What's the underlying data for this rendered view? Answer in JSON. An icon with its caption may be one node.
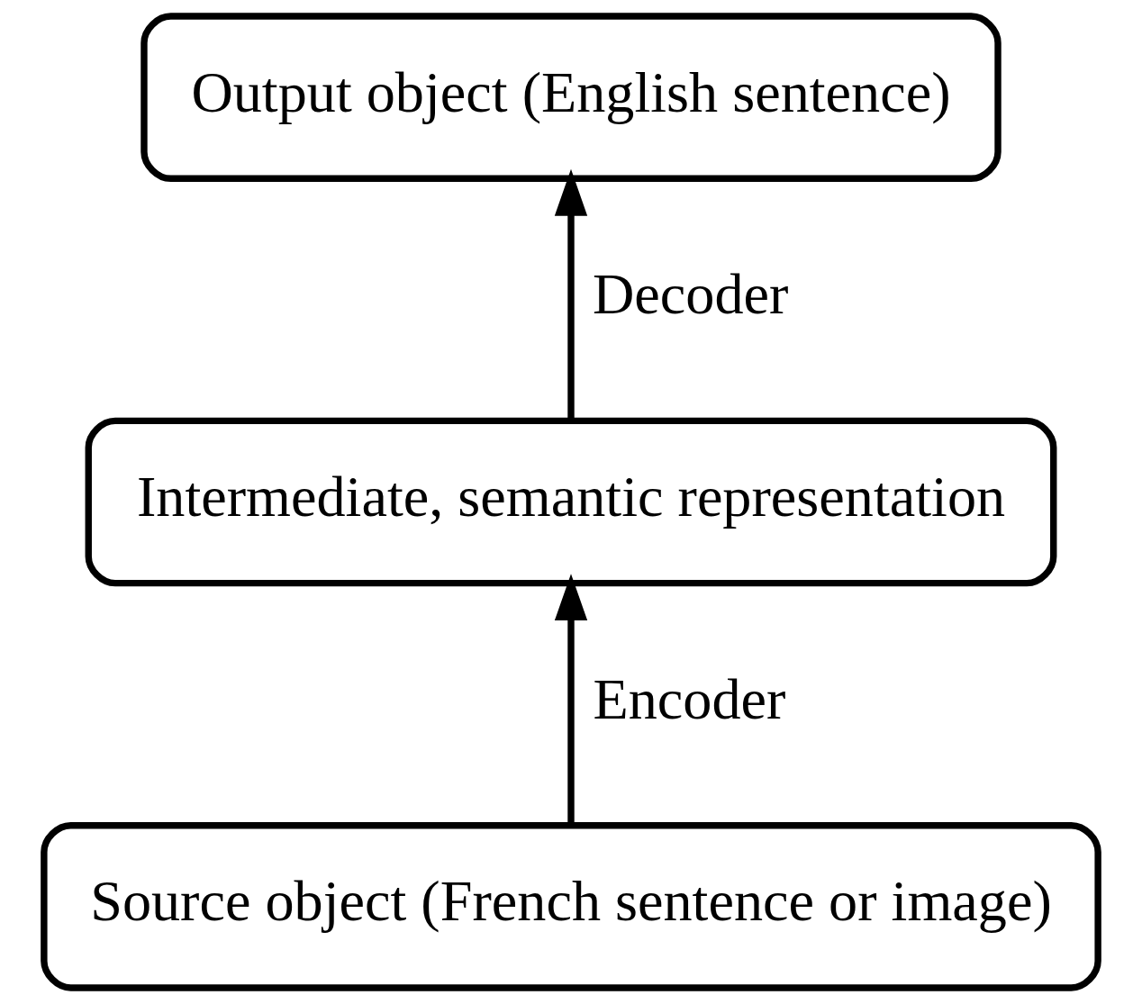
{
  "diagram": {
    "nodes": [
      {
        "text": [
          "Output object (English sentence)"
        ]
      },
      {
        "text": [
          "Intermediate, semantic representation"
        ]
      },
      {
        "text": [
          "Source object (French sentence or image)"
        ]
      }
    ],
    "edges": [
      {
        "from": 2,
        "to": 1,
        "arrow": "to",
        "label": "Encoder"
      },
      {
        "from": 1,
        "to": 0,
        "arrow": "to",
        "label": "Decoder"
      }
    ]
  }
}
